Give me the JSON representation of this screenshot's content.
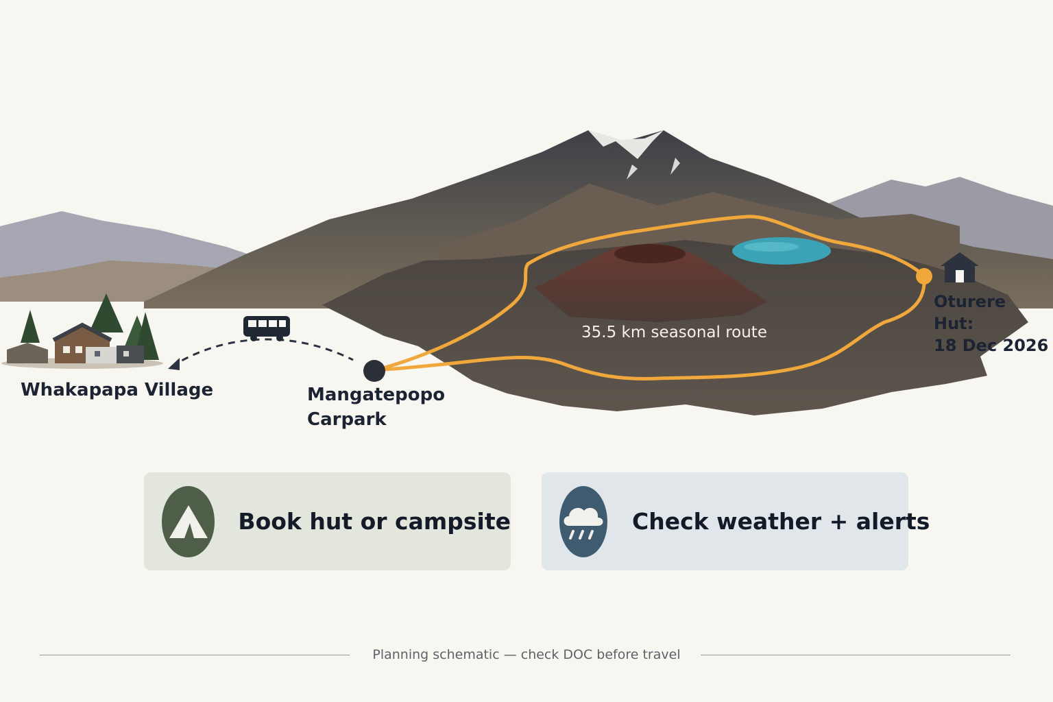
{
  "map": {
    "start_point": "Whakapapa Village",
    "trailhead": "Mangatepopo Carpark",
    "route_label": "35.5 km seasonal route",
    "hut_name": "Oturere Hut:",
    "hut_date": "18 Dec 2026",
    "icons": [
      "bus-icon",
      "hut-icon",
      "village-icon"
    ],
    "colors": {
      "route": "#f0a83c",
      "lake": "#3ba3b5",
      "crater": "#7a3f35"
    }
  },
  "actions": {
    "book": {
      "label": "Book hut or campsite",
      "icon": "tent-icon",
      "color": "#4e5e48"
    },
    "weather": {
      "label": "Check weather + alerts",
      "icon": "rain-cloud-icon",
      "color": "#3e5b70"
    }
  },
  "footer": {
    "note": "Planning schematic — check DOC before travel"
  }
}
